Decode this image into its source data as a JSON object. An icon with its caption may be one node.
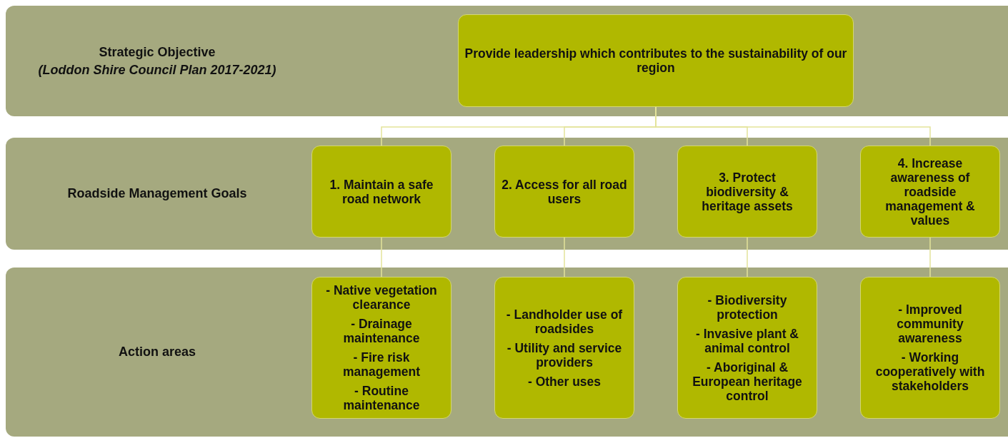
{
  "diagram": {
    "nodes": [
      {
        "text": [
          "Strategic Objective",
          "(Loddon Shire Council Plan 2017-2021)"
        ]
      },
      {
        "text": [
          "Provide leadership which contributes to the sustainability of our region"
        ],
        "in": 0
      },
      {
        "text": [
          "Roadside Management Goals"
        ]
      },
      {
        "text": [
          "1. Maintain a safe road network"
        ],
        "in": 2
      },
      {
        "text": [
          "2. Access for all road users"
        ],
        "in": 2
      },
      {
        "text": [
          "3. Protect biodiversity & heritage assets"
        ],
        "in": 2
      },
      {
        "text": [
          "4. Increase awareness of roadside management & values"
        ],
        "in": 2
      },
      {
        "text": [
          "Action areas"
        ]
      },
      {
        "text": [
          "- Native vegetation clearance",
          "- Drainage maintenance",
          "- Fire risk management",
          "- Routine maintenance"
        ],
        "in": 7
      },
      {
        "text": [
          "- Landholder use of roadsides",
          "- Utility and service providers",
          "- Other uses"
        ],
        "in": 7
      },
      {
        "text": [
          "- Biodiversity protection",
          "- Invasive plant & animal control",
          "- Aboriginal & European heritage control"
        ],
        "in": 7
      },
      {
        "text": [
          "- Improved community awareness",
          "- Working cooperatively with stakeholders"
        ],
        "in": 7
      }
    ],
    "edges": [
      {
        "from": 1,
        "to": 3,
        "arrow": "none"
      },
      {
        "from": 1,
        "to": 4,
        "arrow": "none"
      },
      {
        "from": 1,
        "to": 5,
        "arrow": "none"
      },
      {
        "from": 1,
        "to": 6,
        "arrow": "none"
      },
      {
        "from": 3,
        "to": 8,
        "arrow": "none"
      },
      {
        "from": 4,
        "to": 9,
        "arrow": "none"
      },
      {
        "from": 5,
        "to": 10,
        "arrow": "none"
      },
      {
        "from": 6,
        "to": 11,
        "arrow": "none"
      }
    ]
  }
}
